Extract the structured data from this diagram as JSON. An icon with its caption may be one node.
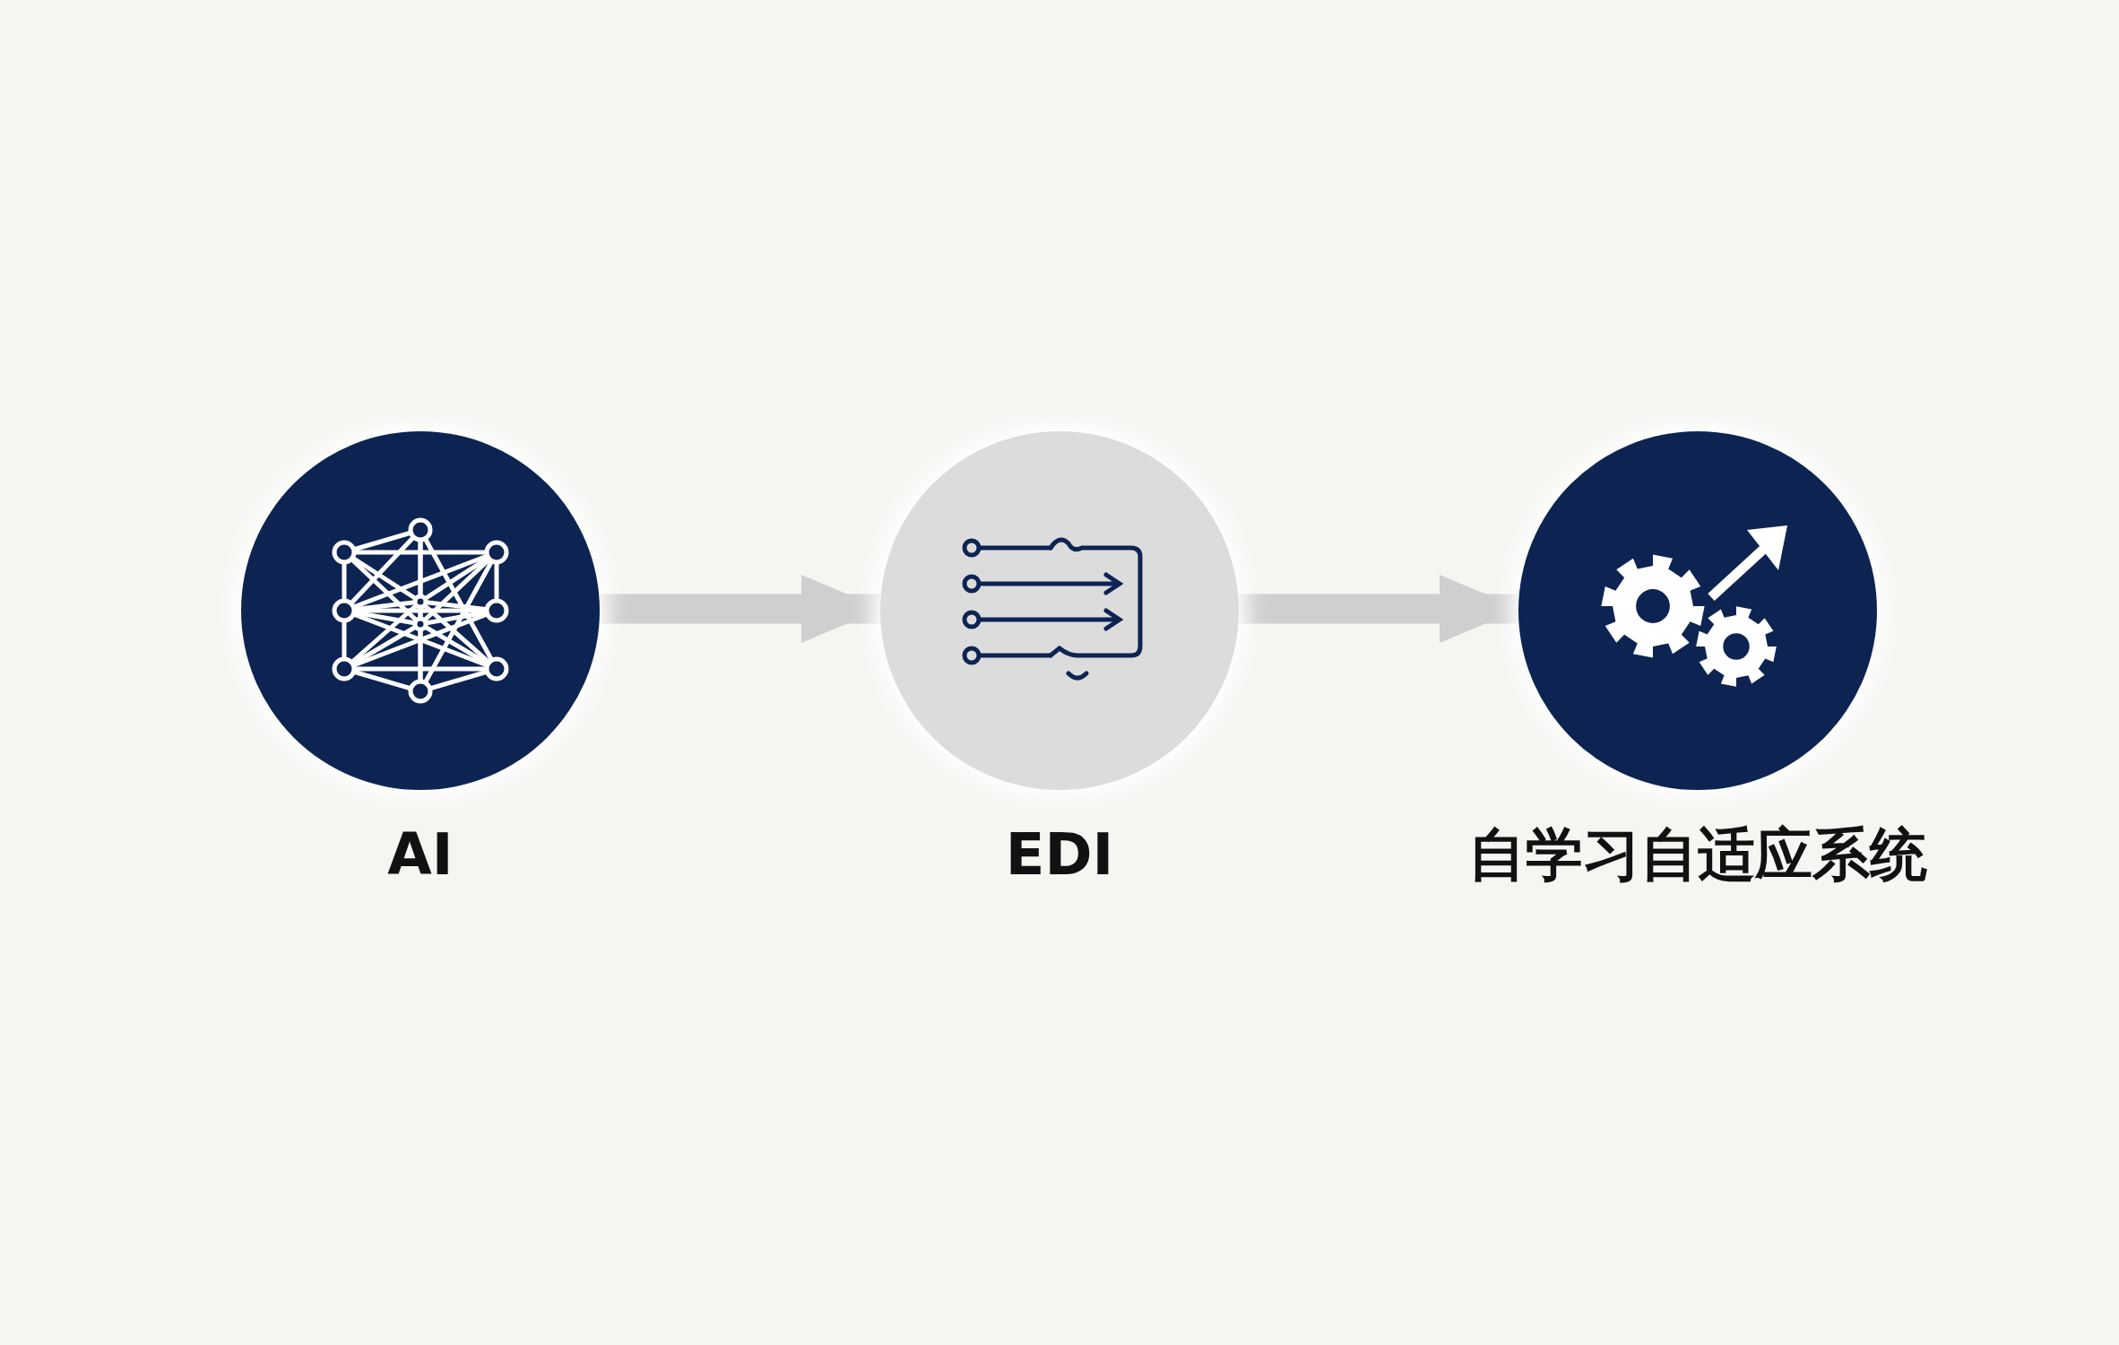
{
  "diagram": {
    "nodes": [
      {
        "text": [
          "AI"
        ]
      },
      {
        "text": [
          "EDI"
        ]
      },
      {
        "text": [
          "自学习自适应系统"
        ]
      }
    ],
    "edges": [
      {
        "from": 0,
        "to": 1,
        "arrow": "to"
      },
      {
        "from": 1,
        "to": 2,
        "arrow": "to"
      }
    ]
  }
}
